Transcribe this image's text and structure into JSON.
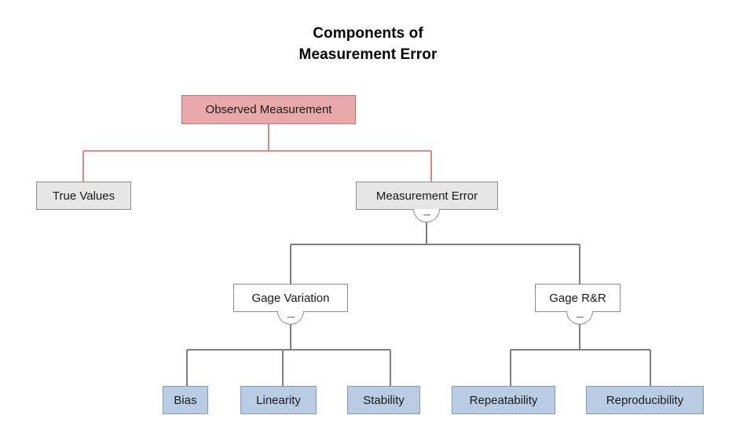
{
  "title": {
    "line1": "Components of",
    "line2": "Measurement Error"
  },
  "colors": {
    "background": "#ffffff",
    "root_fill": "#E9A9A9",
    "root_border": "#C46F6F",
    "root_connector": "#D98A8A",
    "gray_fill": "#E6E6E6",
    "gray_border": "#8C8C8C",
    "white_fill": "#FFFFFF",
    "leaf_fill": "#B8CCE4",
    "leaf_border": "#7F9DB9",
    "connector": "#7F7F7F",
    "text": "#1a1a1a"
  },
  "nodes": {
    "observed_measurement": {
      "label": "Observed Measurement"
    },
    "true_values": {
      "label": "True Values"
    },
    "measurement_error": {
      "label": "Measurement Error"
    },
    "gage_variation": {
      "label": "Gage Variation"
    },
    "gage_rr": {
      "label": "Gage R&R"
    },
    "bias": {
      "label": "Bias"
    },
    "linearity": {
      "label": "Linearity"
    },
    "stability": {
      "label": "Stability"
    },
    "repeatability": {
      "label": "Repeatability"
    },
    "reproducibility": {
      "label": "Reproducibility"
    }
  },
  "collapse_buttons": {
    "measurement_error": {
      "glyph": "minus",
      "state": "expanded"
    },
    "gage_variation": {
      "glyph": "minus",
      "state": "expanded"
    },
    "gage_rr": {
      "glyph": "minus",
      "state": "expanded"
    }
  }
}
